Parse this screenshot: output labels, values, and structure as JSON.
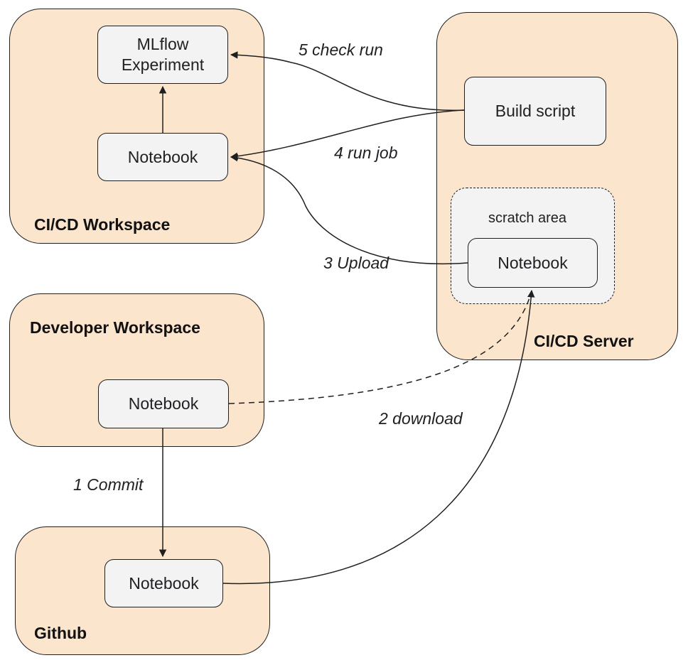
{
  "diagram": {
    "containers": {
      "cicd_workspace": {
        "label": "CI/CD Workspace"
      },
      "cicd_server": {
        "label": "CI/CD Server"
      },
      "developer_workspace": {
        "label": "Developer Workspace"
      },
      "github": {
        "label": "Github"
      }
    },
    "nodes": {
      "mlflow_experiment": {
        "line1": "MLflow",
        "line2": "Experiment"
      },
      "cicd_notebook": {
        "label": "Notebook"
      },
      "build_script": {
        "label": "Build script"
      },
      "scratch_area": {
        "label": "scratch area"
      },
      "scratch_notebook": {
        "label": "Notebook"
      },
      "developer_notebook": {
        "label": "Notebook"
      },
      "github_notebook": {
        "label": "Notebook"
      }
    },
    "edges": [
      {
        "id": "commit",
        "label": "1 Commit",
        "from": "developer_notebook",
        "to": "github_notebook",
        "style": "solid"
      },
      {
        "id": "download",
        "label": "2 download",
        "from": "github_notebook",
        "to": "scratch_notebook",
        "style": "solid"
      },
      {
        "id": "upload",
        "label": "3 Upload",
        "from": "scratch_notebook",
        "to": "cicd_notebook",
        "style": "solid"
      },
      {
        "id": "run_job",
        "label": "4 run job",
        "from": "build_script",
        "to": "cicd_notebook",
        "style": "solid"
      },
      {
        "id": "check_run",
        "label": "5 check run",
        "from": "build_script",
        "to": "mlflow_experiment",
        "style": "solid"
      },
      {
        "id": "notebook_to_mlflow",
        "label": "",
        "from": "cicd_notebook",
        "to": "mlflow_experiment",
        "style": "solid"
      },
      {
        "id": "dev_to_scratch",
        "label": "",
        "from": "developer_notebook",
        "to": "scratch_notebook",
        "style": "dashed"
      }
    ]
  },
  "colors": {
    "container_fill": "#fce5cd",
    "node_fill": "#f3f3f3",
    "stroke": "#1f1f1f",
    "text": "#202124"
  }
}
